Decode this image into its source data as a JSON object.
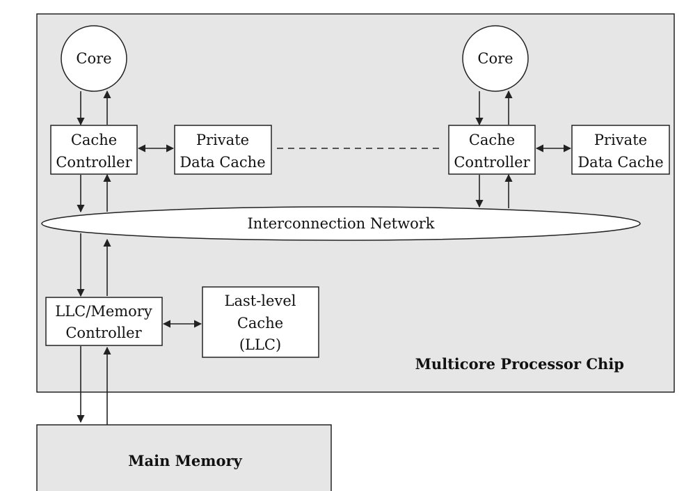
{
  "chip": {
    "label": "Multicore Processor Chip"
  },
  "main_memory": {
    "label": "Main Memory"
  },
  "cores": [
    {
      "label": "Core"
    },
    {
      "label": "Core"
    }
  ],
  "cache_controllers": [
    {
      "line1": "Cache",
      "line2": "Controller"
    },
    {
      "line1": "Cache",
      "line2": "Controller"
    }
  ],
  "private_caches": [
    {
      "line1": "Private",
      "line2": "Data Cache"
    },
    {
      "line1": "Private",
      "line2": "Data Cache"
    }
  ],
  "network": {
    "label": "Interconnection Network"
  },
  "llc_controller": {
    "line1": "LLC/Memory",
    "line2": "Controller"
  },
  "llc": {
    "line1": "Last-level",
    "line2": "Cache",
    "line3": "(LLC)"
  },
  "colors": {
    "chip_fill": "#e6e6e6",
    "memory_fill": "#e6e6e6",
    "box_fill": "#ffffff",
    "stroke": "#222222"
  }
}
